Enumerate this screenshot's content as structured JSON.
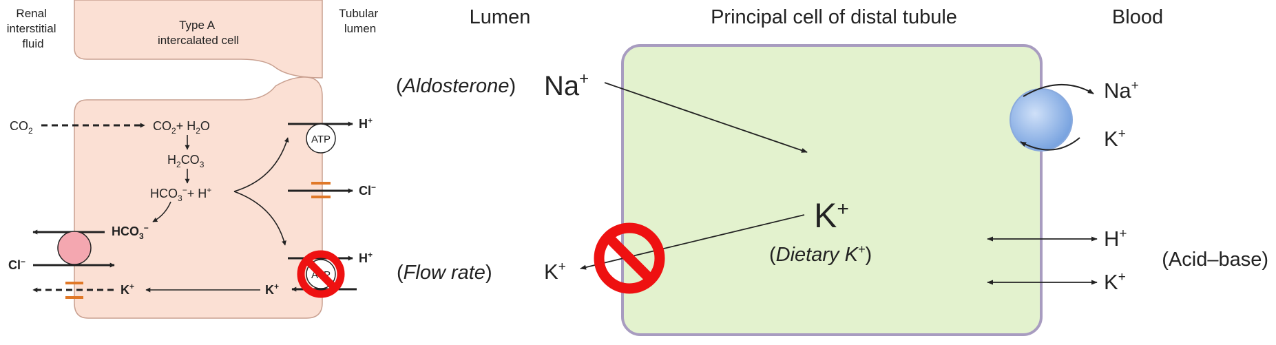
{
  "left_panel": {
    "renal_fluid": [
      "Renal",
      "interstitial",
      "fluid"
    ],
    "cell_title": [
      "Type A",
      "intercalated cell"
    ],
    "tubular_lumen": [
      "Tubular",
      "lumen"
    ],
    "co2_out": "CO",
    "co2_in": "CO",
    "plus_h2o": "+ H",
    "o_suffix": "O",
    "h2co3_a": "H",
    "h2co3_b": "CO",
    "hco3_mid": "HCO",
    "plus_h": "+ H",
    "atp_top": "ATP",
    "atp_bottom": "ATP",
    "h_out_top": "H",
    "h_out_bottom": "H",
    "cl_lumen": "Cl",
    "hco3_out": "HCO",
    "cl_in": "Cl",
    "k_out": "K",
    "k_in": "K",
    "sub2": "2",
    "sub3": "3",
    "sup_minus": "−",
    "sup_plus": "+"
  },
  "right_panel": {
    "lumen": "Lumen",
    "cell_title": "Principal cell of distal tubule",
    "blood": "Blood",
    "aldosterone_open": "(",
    "aldosterone": "Aldosterone",
    "aldosterone_close": ")",
    "na_lumen": "Na",
    "k_center": "K",
    "dietary_open": "(",
    "dietary": "Dietary K",
    "dietary_close": ")",
    "flow_open": "(",
    "flow_rate": "Flow rate",
    "flow_close": ")",
    "k_lumen": "K",
    "na_blood": "Na",
    "k_blood_pump": "K",
    "h_blood": "H",
    "k_blood": "K",
    "acid_base": "(Acid–base)",
    "sup_plus": "+"
  },
  "colors": {
    "left_cell_fill": "#fbe0d4",
    "left_cell_stroke": "#c9a090",
    "right_cell_fill": "#e3f2ce",
    "right_cell_stroke": "#a89cc0",
    "channel_orange": "#e07828",
    "exchanger_pink": "#f4a7b0",
    "pump_blue": "#8eb6ec",
    "no_symbol_red": "#ee1111"
  }
}
